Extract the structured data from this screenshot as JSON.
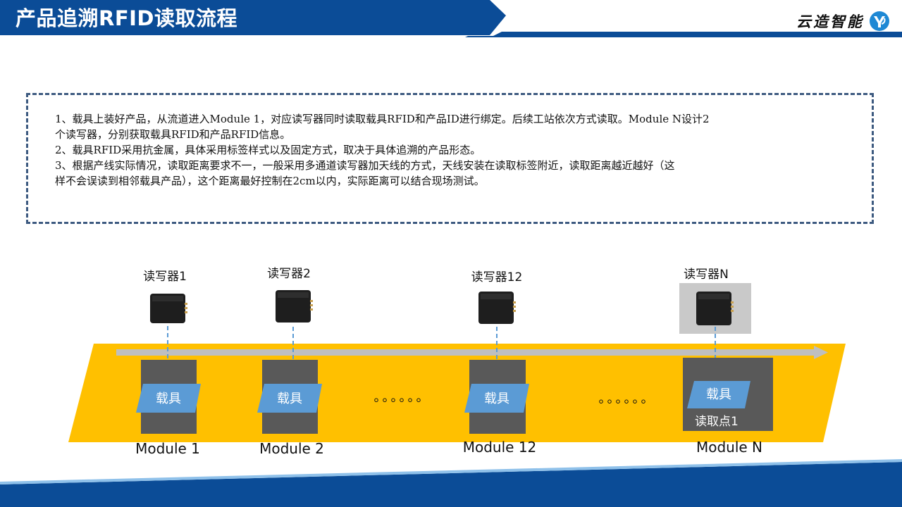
{
  "header": {
    "title": "产品追溯RFID读取流程",
    "brand_name": "云造智能",
    "brand_color": "#0b4c97"
  },
  "description": {
    "lines": [
      "1、载具上装好产品，从流道进入Module 1，对应读写器同时读取载具RFID和产品ID进行绑定。后续工站依次方式读取。Module N设计2",
      "个读写器，分别获取载具RFID和产品RFID信息。",
      "2、载具RFID采用抗金属，具体采用标签样式以及固定方式，取决于具体追溯的产品形态。",
      "3、根据产线实际情况，读取距离要求不一，一般采用多通道读写器加天线的方式，天线安装在读取标签附近，读取距离越近越好（这",
      "样不会误读到相邻载具产品），这个距离最好控制在2cm以内，实际距离可以结合现场测试。"
    ]
  },
  "diagram": {
    "belt_color": "#ffc000",
    "carrier_color": "#5b9bd5",
    "station_color": "#595959",
    "stations": [
      {
        "reader": "读写器1",
        "carrier": "载具",
        "module": "Module 1"
      },
      {
        "reader": "读写器2",
        "carrier": "载具",
        "module": "Module 2"
      },
      {
        "reader": "读写器12",
        "carrier": "载具",
        "module": "Module 12"
      },
      {
        "reader": "读写器N",
        "carrier": "载具",
        "module": "Module N",
        "read_point": "读取点1"
      }
    ],
    "ellipsis": "。。。。。。"
  }
}
